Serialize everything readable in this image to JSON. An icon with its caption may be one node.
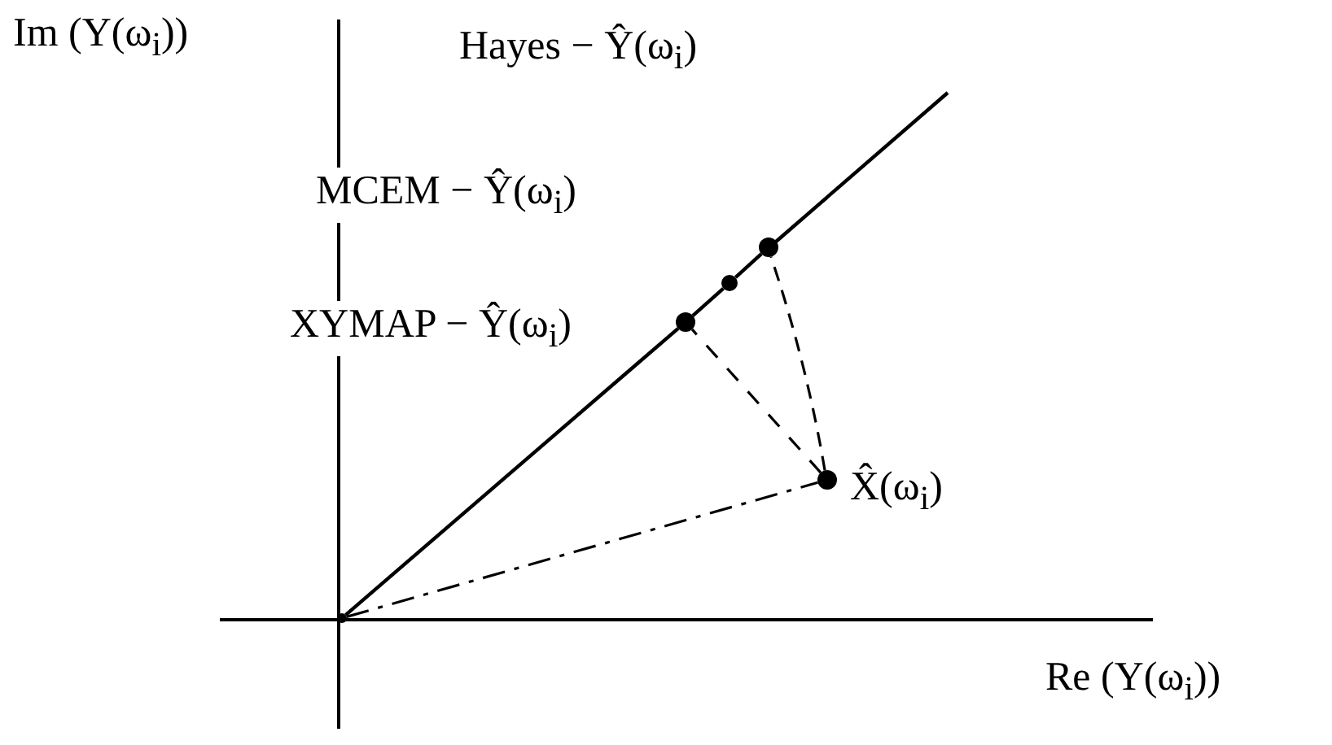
{
  "diagram": {
    "nodes": [
      {
        "text": [],
        "shape": "circle"
      },
      {
        "text": [],
        "shape": "circle"
      },
      {
        "text": [],
        "shape": "circle"
      },
      {
        "text": [],
        "shape": "circle"
      },
      {
        "text": [],
        "shape": "circle",
        "beside": [
          "X̂(ω$_{i}$)"
        ]
      }
    ],
    "edges": [
      {
        "from": 0,
        "to": 1,
        "arrow": "none"
      },
      {
        "from": 1,
        "to": 2,
        "arrow": "none"
      },
      {
        "from": 2,
        "to": 3,
        "arrow": "none"
      },
      {
        "from": 4,
        "to": 1,
        "arrow": "none",
        "style": "dashed"
      },
      {
        "from": 4,
        "to": 3,
        "arrow": "none",
        "style": "dashed"
      },
      {
        "from": 0,
        "to": 4,
        "arrow": "none",
        "style": "dashed"
      }
    ],
    "labels": [
      "Im (Y(ω$_{i}$))",
      "Hayes − Ŷ(ω$_{i}$)",
      "MCEM − Ŷ(ω$_{i}$)",
      "XYMAP − Ŷ(ω$_{i}$)",
      "Re (Y(ω$_{i}$))"
    ]
  }
}
